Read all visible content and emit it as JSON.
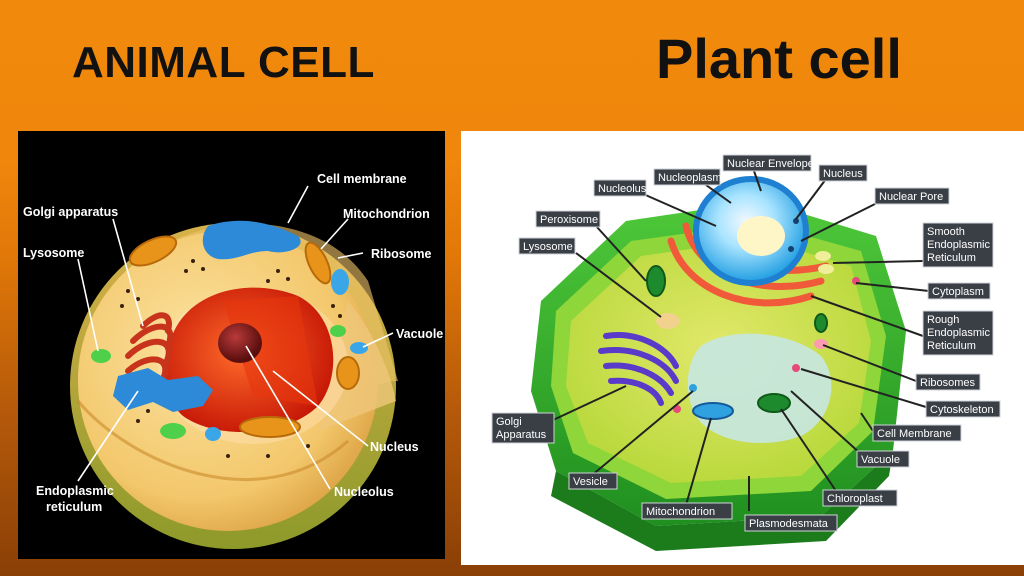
{
  "titles": {
    "animal": "ANIMAL CELL",
    "plant": "Plant cell"
  },
  "animal_labels": {
    "golgi": "Golgi apparatus",
    "lysosome": "Lysosome",
    "cell_membrane": "Cell membrane",
    "mitochondrion": "Mitochondrion",
    "ribosome": "Ribosome",
    "vacuole": "Vacuole",
    "nucleus": "Nucleus",
    "nucleolus": "Nucleolus",
    "er_line1": "Endoplasmic",
    "er_line2": "reticulum"
  },
  "plant_labels": {
    "nuclear_envelope": "Nuclear Envelope",
    "nucleus": "Nucleus",
    "nucleoplasm": "Nucleoplasm",
    "nucleolus": "Nucleolus",
    "nuclear_pore": "Nuclear Pore",
    "peroxisome": "Peroxisome",
    "lysosome": "Lysosome",
    "smooth_er_1": "Smooth",
    "smooth_er_2": "Endoplasmic",
    "smooth_er_3": "Reticulum",
    "cytoplasm": "Cytoplasm",
    "rough_er_1": "Rough",
    "rough_er_2": "Endoplasmic",
    "rough_er_3": "Reticulum",
    "ribosomes": "Ribosomes",
    "cytoskeleton": "Cytoskeleton",
    "cell_membrane": "Cell Membrane",
    "golgi_1": "Golgi",
    "golgi_2": "Apparatus",
    "vacuole": "Vacuole",
    "vesicle": "Vesicle",
    "chloroplast": "Chloroplast",
    "mitochondrion": "Mitochondrion",
    "plasmodesmata": "Plasmodesmata"
  }
}
